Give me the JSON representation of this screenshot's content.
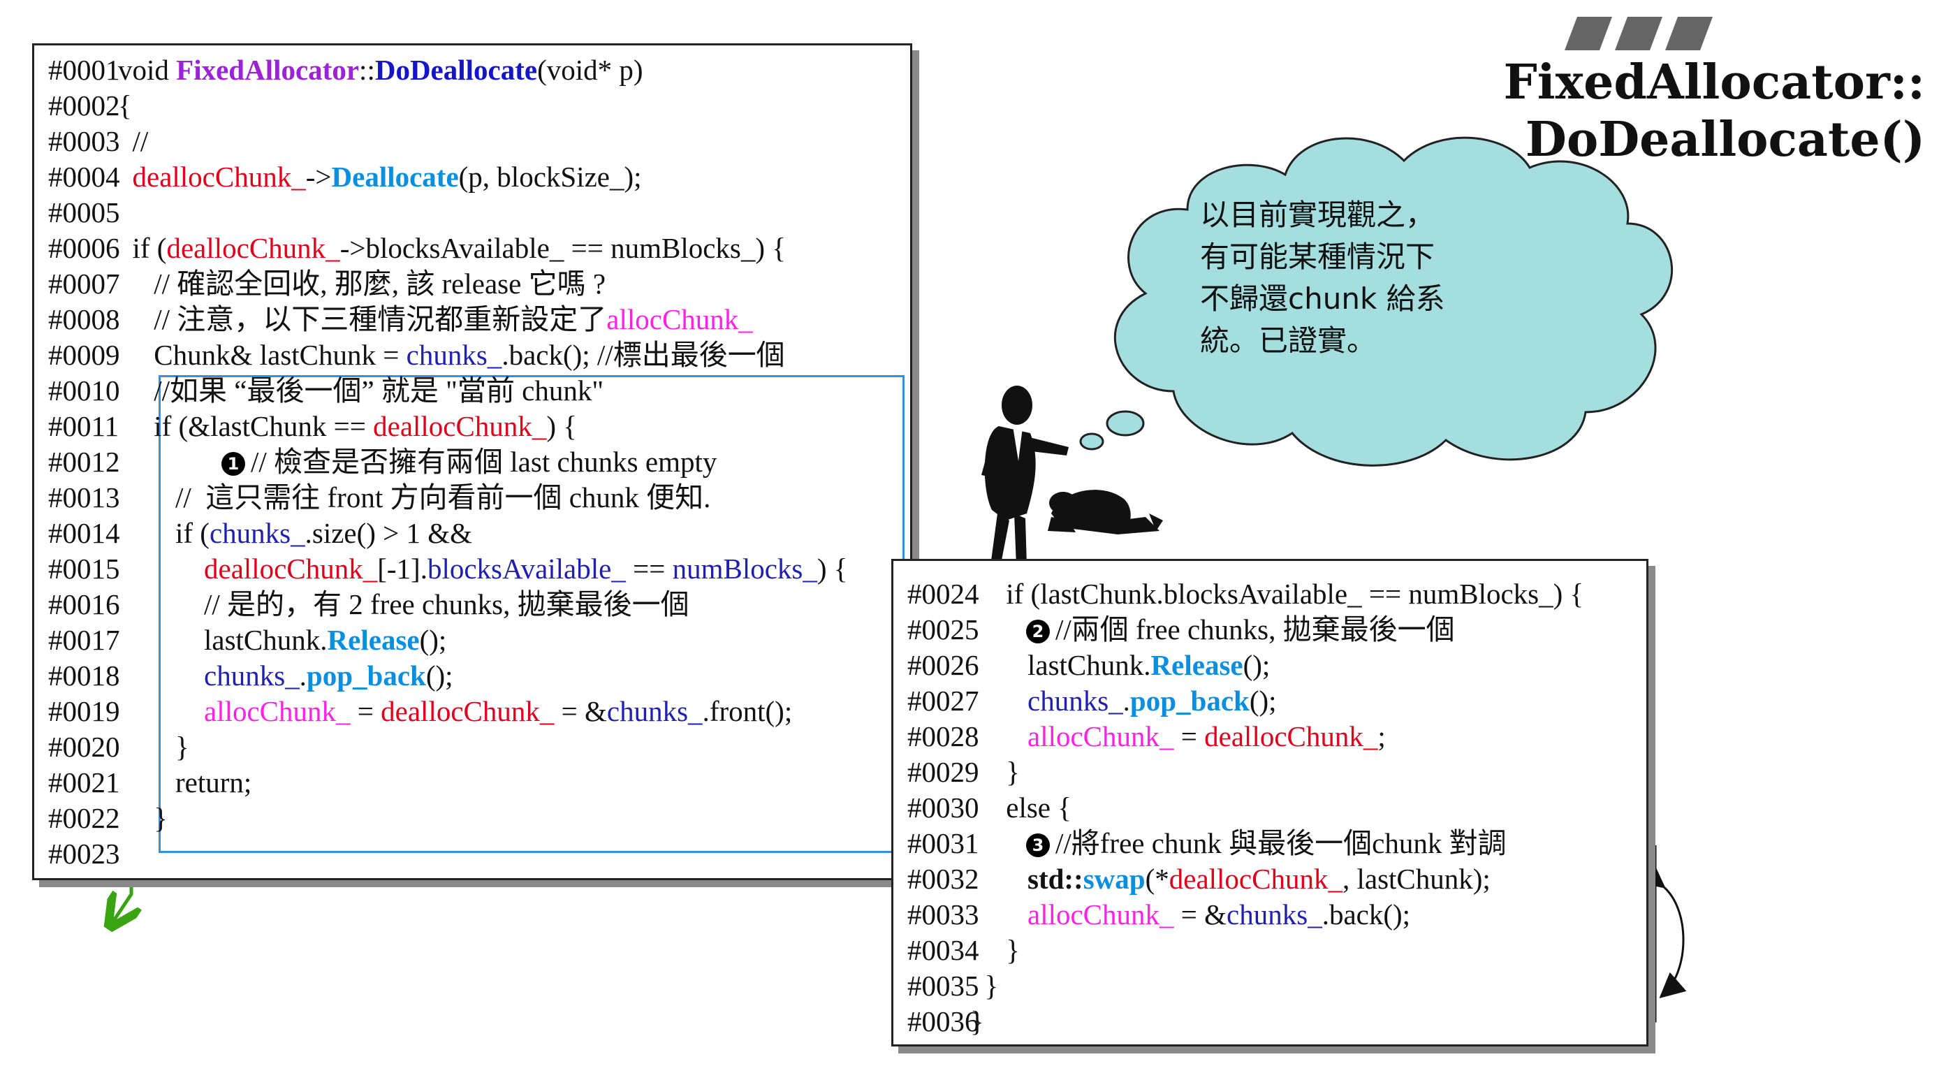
{
  "title": {
    "line1": "FixedAllocator::",
    "line2": "DoDeallocate()"
  },
  "cloud": {
    "line1": "以目前實現觀之，",
    "line2": "有可能某種情況下",
    "line3": "不歸還chunk 給系",
    "line4": "統。已證實。"
  },
  "code_left": [
    {
      "ln": "#0001",
      "parts": [
        {
          "t": "void "
        },
        {
          "t": "FixedAllocator",
          "c": "purpleb"
        },
        {
          "t": "::"
        },
        {
          "t": "DoDeallocate",
          "c": "darkblueb"
        },
        {
          "t": "(void* p)"
        }
      ]
    },
    {
      "ln": "#0002",
      "parts": [
        {
          "t": "{"
        }
      ]
    },
    {
      "ln": "#0003",
      "parts": [
        {
          "t": "  //"
        }
      ]
    },
    {
      "ln": "#0004",
      "parts": [
        {
          "t": "  "
        },
        {
          "t": "deallocChunk_",
          "c": "red"
        },
        {
          "t": "->"
        },
        {
          "t": "Deallocate",
          "c": "cyanb"
        },
        {
          "t": "(p, blockSize_);"
        }
      ]
    },
    {
      "ln": "#0005",
      "parts": [
        {
          "t": ""
        }
      ]
    },
    {
      "ln": "#0006",
      "parts": [
        {
          "t": "  if ("
        },
        {
          "t": "deallocChunk_",
          "c": "red"
        },
        {
          "t": "->blocksAvailable_ == numBlocks_) {"
        }
      ]
    },
    {
      "ln": "#0007",
      "parts": [
        {
          "t": "     // 確認全回收, 那麼, 該 release 它嗎 ?"
        }
      ]
    },
    {
      "ln": "#0008",
      "parts": [
        {
          "t": "     // 注意，以下三種情況都重新設定了"
        },
        {
          "t": "allocChunk_",
          "c": "magenta"
        }
      ]
    },
    {
      "ln": "#0009",
      "parts": [
        {
          "t": "     Chunk& lastChunk = "
        },
        {
          "t": "chunks_",
          "c": "blue"
        },
        {
          "t": ".back(); //標出最後一個"
        }
      ]
    },
    {
      "ln": "#0010",
      "parts": [
        {
          "t": "     //如果 “最後一個” 就是 \"當前 chunk\""
        }
      ]
    },
    {
      "ln": "#0011",
      "parts": [
        {
          "t": "     if (&lastChunk == "
        },
        {
          "t": "deallocChunk_",
          "c": "red"
        },
        {
          "t": ") {"
        }
      ]
    },
    {
      "ln": "#0012",
      "bullet": "1",
      "parts": [
        {
          "t": "// 檢查是否擁有兩個 last chunks empty"
        }
      ]
    },
    {
      "ln": "#0013",
      "parts": [
        {
          "t": "        //  這只需往 front 方向看前一個 chunk 便知."
        }
      ]
    },
    {
      "ln": "#0014",
      "parts": [
        {
          "t": "        if ("
        },
        {
          "t": "chunks_",
          "c": "blue"
        },
        {
          "t": ".size() > 1 &&"
        }
      ]
    },
    {
      "ln": "#0015",
      "parts": [
        {
          "t": "            "
        },
        {
          "t": "deallocChunk_",
          "c": "red"
        },
        {
          "t": "[-1]."
        },
        {
          "t": "blocksAvailable_",
          "c": "blue"
        },
        {
          "t": " == "
        },
        {
          "t": "numBlocks_",
          "c": "blue"
        },
        {
          "t": ") {"
        }
      ]
    },
    {
      "ln": "#0016",
      "parts": [
        {
          "t": "            // 是的，有 2 free chunks, 拋棄最後一個"
        }
      ]
    },
    {
      "ln": "#0017",
      "parts": [
        {
          "t": "            lastChunk."
        },
        {
          "t": "Release",
          "c": "cyanb"
        },
        {
          "t": "();"
        }
      ]
    },
    {
      "ln": "#0018",
      "parts": [
        {
          "t": "            "
        },
        {
          "t": "chunks_",
          "c": "blue"
        },
        {
          "t": "."
        },
        {
          "t": "pop_back",
          "c": "cyanb"
        },
        {
          "t": "();"
        }
      ]
    },
    {
      "ln": "#0019",
      "parts": [
        {
          "t": "            "
        },
        {
          "t": "allocChunk_",
          "c": "magenta"
        },
        {
          "t": " = "
        },
        {
          "t": "deallocChunk_",
          "c": "red"
        },
        {
          "t": " = &"
        },
        {
          "t": "chunks_",
          "c": "blue"
        },
        {
          "t": ".front();"
        }
      ]
    },
    {
      "ln": "#0020",
      "parts": [
        {
          "t": "        }"
        }
      ]
    },
    {
      "ln": "#0021",
      "parts": [
        {
          "t": "        return;"
        }
      ]
    },
    {
      "ln": "#0022",
      "parts": [
        {
          "t": "     }"
        }
      ]
    },
    {
      "ln": "#0023",
      "parts": [
        {
          "t": ""
        }
      ]
    }
  ],
  "code_right": [
    {
      "ln": "#0024",
      "parts": [
        {
          "t": "     if (lastChunk.blocksAvailable_ == numBlocks_) {"
        }
      ]
    },
    {
      "ln": "#0025",
      "bullet": "2",
      "parts": [
        {
          "t": "//兩個 free chunks, 拋棄最後一個"
        }
      ]
    },
    {
      "ln": "#0026",
      "parts": [
        {
          "t": "        lastChunk."
        },
        {
          "t": "Release",
          "c": "cyanb"
        },
        {
          "t": "();"
        }
      ]
    },
    {
      "ln": "#0027",
      "parts": [
        {
          "t": "        "
        },
        {
          "t": "chunks_",
          "c": "blue"
        },
        {
          "t": "."
        },
        {
          "t": "pop_back",
          "c": "cyanb"
        },
        {
          "t": "();"
        }
      ]
    },
    {
      "ln": "#0028",
      "parts": [
        {
          "t": "        "
        },
        {
          "t": "allocChunk_",
          "c": "magenta"
        },
        {
          "t": " = "
        },
        {
          "t": "deallocChunk_",
          "c": "red"
        },
        {
          "t": ";"
        }
      ]
    },
    {
      "ln": "#0029",
      "parts": [
        {
          "t": "     }"
        }
      ]
    },
    {
      "ln": "#0030",
      "parts": [
        {
          "t": "     else {"
        }
      ]
    },
    {
      "ln": "#0031",
      "bullet": "3",
      "parts": [
        {
          "t": "//將free chunk 與最後一個chunk 對調"
        }
      ]
    },
    {
      "ln": "#0032",
      "parts": [
        {
          "t": "        "
        },
        {
          "t": "std::",
          "c": "bold"
        },
        {
          "t": "swap",
          "c": "cyanb"
        },
        {
          "t": "(*"
        },
        {
          "t": "deallocChunk_",
          "c": "red"
        },
        {
          "t": ", lastChunk);"
        }
      ]
    },
    {
      "ln": "#0033",
      "parts": [
        {
          "t": "        "
        },
        {
          "t": "allocChunk_",
          "c": "magenta"
        },
        {
          "t": " = &"
        },
        {
          "t": "chunks_",
          "c": "blue"
        },
        {
          "t": ".back();"
        }
      ]
    },
    {
      "ln": "#0034",
      "parts": [
        {
          "t": "     }"
        }
      ]
    },
    {
      "ln": "#0035",
      "parts": [
        {
          "t": "  }"
        }
      ]
    },
    {
      "ln": "#0036",
      "parts": [
        {
          "t": "}"
        }
      ]
    }
  ],
  "colors": {
    "green": "#3aa311",
    "cyan_box": "#3b8fd6",
    "cloud_fill": "#a4dede",
    "teal_arrow": "#197c7c"
  }
}
